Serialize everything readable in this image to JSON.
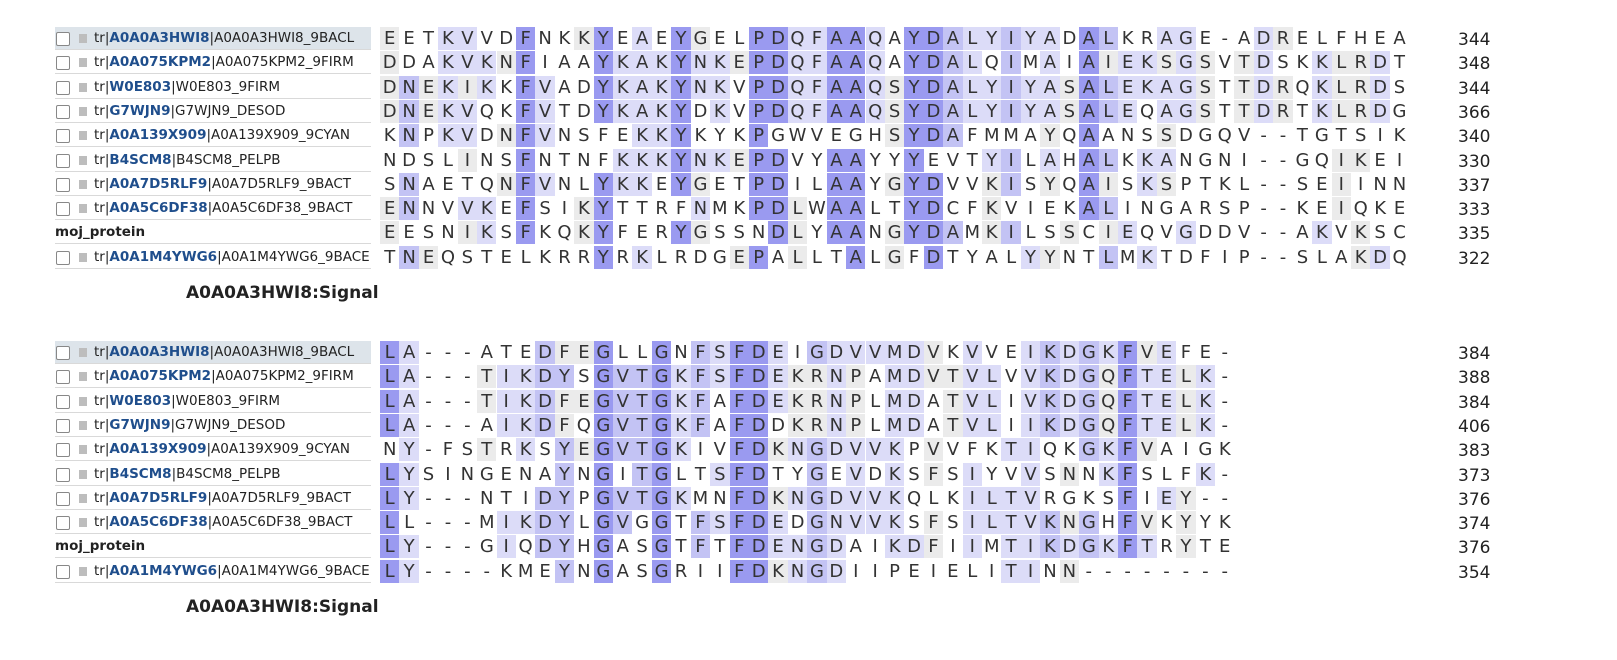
{
  "sequences": [
    {
      "prefix": "tr|",
      "accession": "A0A0A3HWI8",
      "entry": "|A0A0A3HWI8_9BACL",
      "checkbox": true,
      "selected": true
    },
    {
      "prefix": "tr|",
      "accession": "A0A075KPM2",
      "entry": "|A0A075KPM2_9FIRM",
      "checkbox": true,
      "selected": false
    },
    {
      "prefix": "tr|",
      "accession": "W0E803",
      "entry": "|W0E803_9FIRM",
      "checkbox": true,
      "selected": false
    },
    {
      "prefix": "tr|",
      "accession": "G7WJN9",
      "entry": "|G7WJN9_DESOD",
      "checkbox": true,
      "selected": false
    },
    {
      "prefix": "tr|",
      "accession": "A0A139X909",
      "entry": "|A0A139X909_9CYAN",
      "checkbox": true,
      "selected": false
    },
    {
      "prefix": "tr|",
      "accession": "B4SCM8",
      "entry": "|B4SCM8_PELPB",
      "checkbox": true,
      "selected": false
    },
    {
      "prefix": "tr|",
      "accession": "A0A7D5RLF9",
      "entry": "|A0A7D5RLF9_9BACT",
      "checkbox": true,
      "selected": false
    },
    {
      "prefix": "tr|",
      "accession": "A0A5C6DF38",
      "entry": "|A0A5C6DF38_9BACT",
      "checkbox": true,
      "selected": false
    },
    {
      "prefix": "",
      "accession": "",
      "entry": "moj_protein",
      "checkbox": false,
      "selected": false
    },
    {
      "prefix": "tr|",
      "accession": "A0A1M4YWG6",
      "entry": "|A0A1M4YWG6_9BACE",
      "checkbox": true,
      "selected": false
    }
  ],
  "blocks": [
    {
      "track_label": "A0A0A3HWI8:Signal",
      "residues": [
        "EETKVVDFNKKYEAEYGELPDQFAAQAYDALYIYADALKRAGE-ADRELFHEA",
        "DDAKVKNFIAAYKAKYNKEPDQFAAQAYDALQIMAIAIEKSGSVTDSKKLRDT",
        "DNEKIKKFVADYKAKYNKVPDQFAAQSYDALYIYASALEKAGSTTDRQKLRDS",
        "DNEKVQKFVTDYKAKYDKVPDQFAAQSYDALYIYASALEQAGSTTDRTKLRDG",
        "KNPKVDNFVNSFEKKYKYKPGWVEGHSYDAFMMAYQAANSSDGQV--TGTSIK",
        "NDSLINSFNTNFKKKYNKEPDVYAAYYYEVTYILAHALKKANGNI--GQIKEI",
        "SNAETQNFVNLYKKEYGETPDILAAYGYDVVKISYQAISKSPTKL--SEIINN",
        "ENNVVKEFSIKYTTRFNMKPDLWAALTYDCFKVIEKALINGARSP--KEIQKE",
        "EESNIKSFKQKYFERYGSSNDLYAANGYDAMKILSSCIEQVGDDV--AKVKSC",
        "TNEQSTELKRRYRKLRDGEPALLTALGFDTYALYYNTLMKTDFIP--SLAKDQ"
      ],
      "end_positions": [
        "344",
        "348",
        "344",
        "366",
        "340",
        "330",
        "337",
        "333",
        "335",
        "322"
      ]
    },
    {
      "track_label": "A0A0A3HWI8:Signal",
      "residues": [
        "LA---ATEDFEGLLGNFSFDEIGDVVMDVKVVEIKDGKFVEFE-",
        "LA---TIKDYSGVTGKFSFDEKRNPAMDVTVLVVKDGQFTELK-",
        "LA---TIKDFEGVTGKFAFDEKRNPLMDATVLIVKDGQFTELK-",
        "LA---AIKDFQGVTGKFAFDDKRNPLMDATVLIIKDGQFTELK-",
        "NY-FSTRKSYEGVTGKIVFDKNGDVVKPVVFKTIQKGKFVAIGK",
        "LYSINGENAYNGITGLTSFDTYGEVDKSFSIYVVSNNKFSLFK-",
        "LY---NTIDYPGVTGKMNFDKNGDVVKQLKILTVRGKSFIEY--",
        "LL---MIKDYLGVGGTFSFDEDGNVVKSFSILTVKNGHFVKYYK",
        "LY---GIQDYHGASGTFTFDENGDAIKDFIIMTIKDGKFTRYTE",
        "LY----KMEYNGASGRIIFDKNGDIIPEIELITINN--------"
      ],
      "end_positions": [
        "384",
        "388",
        "384",
        "406",
        "383",
        "373",
        "376",
        "374",
        "376",
        "354"
      ]
    }
  ],
  "colors": {
    "strong": "#9a9af0",
    "medium": "#c3c3f4",
    "light": "#dcdcf8",
    "faint": "#ebebeb",
    "accession_link": "#1f4e8c",
    "selected_row": "#dde4ea"
  }
}
